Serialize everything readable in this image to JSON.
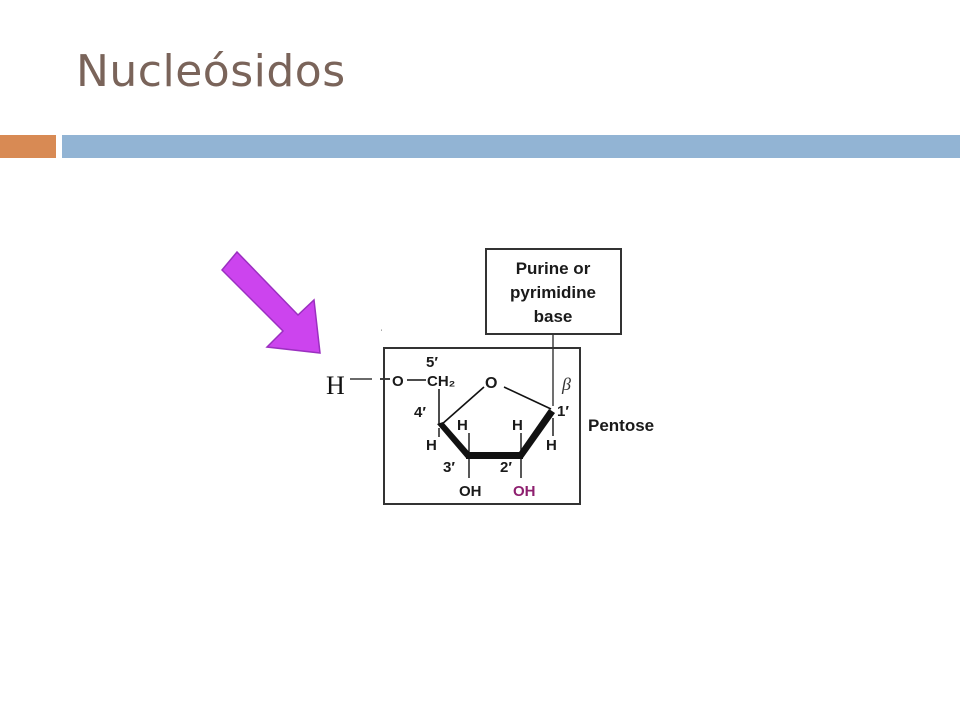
{
  "slide": {
    "title": "Nucleósidos"
  },
  "diagram": {
    "base_box_line1": "Purine or",
    "base_box_line2": "pyrimidine",
    "base_box_line3": "base",
    "beta": "β",
    "c5_label": "5′",
    "o_left": "O",
    "ch2": "CH₂",
    "ring_o": "O",
    "c4_label": "4′",
    "c1_label": "1′",
    "h_c4": "H",
    "h_c3_top": "H",
    "h_c2_top": "H",
    "h_c1": "H",
    "c3_label": "3′",
    "c2_label": "2′",
    "oh_3": "OH",
    "oh_2": "OH",
    "pentose_label": "Pentose",
    "hydrogen": "H",
    "colors": {
      "arrow": "#cc44ee",
      "oh_highlight": "#8e1f6f"
    }
  }
}
